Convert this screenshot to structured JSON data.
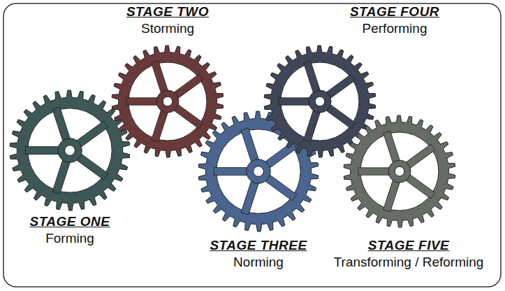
{
  "diagram": {
    "nodes": [
      {
        "text": [
          "STAGE ONE",
          "Forming"
        ]
      },
      {
        "text": [
          "STAGE TWO",
          "Storming"
        ]
      },
      {
        "text": [
          "STAGE THREE",
          "Norming"
        ]
      },
      {
        "text": [
          "STAGE FOUR",
          "Performing"
        ]
      },
      {
        "text": [
          "STAGE FIVE",
          "Transforming / Reforming"
        ]
      }
    ]
  }
}
